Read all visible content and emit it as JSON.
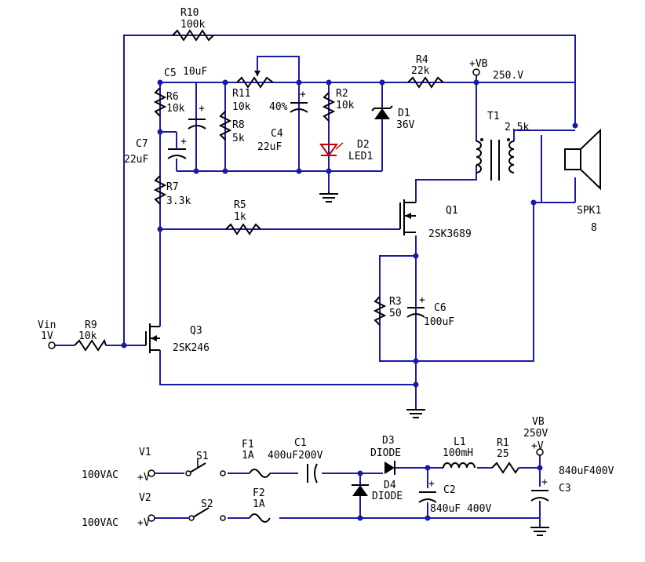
{
  "labels": {
    "r10_name": "R10",
    "r10_value": "100k",
    "r4_name": "R4",
    "r4_value": "22k",
    "vb_top": "+VB",
    "vb_top_value": "250.V",
    "c5_name": "C5",
    "c5_value": "10uF",
    "r6_name": "R6",
    "r6_value": "10k",
    "r11_name": "R11",
    "r11_value": "10k",
    "r11_setting": "40%",
    "r2_name": "R2",
    "r2_value": "10k",
    "d1_name": "D1",
    "d1_value": "36V",
    "r8_name": "R8",
    "r8_value": "5k",
    "c4_name": "C4",
    "c4_value": "22uF",
    "d2_name": "D2",
    "d2_value": "LED1",
    "c7_name": "C7",
    "c7_value": "22uF",
    "r7_name": "R7",
    "r7_value": "3.3k",
    "r5_name": "R5",
    "r5_value": "1k",
    "q1_name": "Q1",
    "q1_value": "2SK3689",
    "t1_name": "T1",
    "t1_value": "2.5k",
    "spk1_name": "SPK1",
    "spk1_value": "8",
    "r3_name": "R3",
    "r3_value": "50",
    "c6_name": "C6",
    "c6_value": "100uF",
    "vin_name": "Vin",
    "vin_value": "1V",
    "r9_name": "R9",
    "r9_value": "10k",
    "q3_name": "Q3",
    "q3_value": "2SK246",
    "v1_name": "V1",
    "v1_value": "100VAC",
    "v2_name": "V2",
    "v2_value": "100VAC",
    "v_polarity": "+V",
    "s1_name": "S1",
    "s2_name": "S2",
    "f1_name": "F1",
    "f1_value": "1A",
    "f2_name": "F2",
    "f2_value": "1A",
    "c1_name": "C1",
    "c1_value": "400uF200V",
    "d3_name": "D3",
    "d3_value": "DIODE",
    "d4_name": "D4",
    "d4_value": "DIODE",
    "l1_name": "L1",
    "l1_value": "100mH",
    "r1_name": "R1",
    "r1_value": "25",
    "vb_bottom": "VB",
    "vb_bottom_value": "250V",
    "vb_sign": "+V",
    "c3_name": "C3",
    "c3_value": "840uF400V",
    "c2_name": "C2",
    "c2_value": "840uF 400V"
  }
}
